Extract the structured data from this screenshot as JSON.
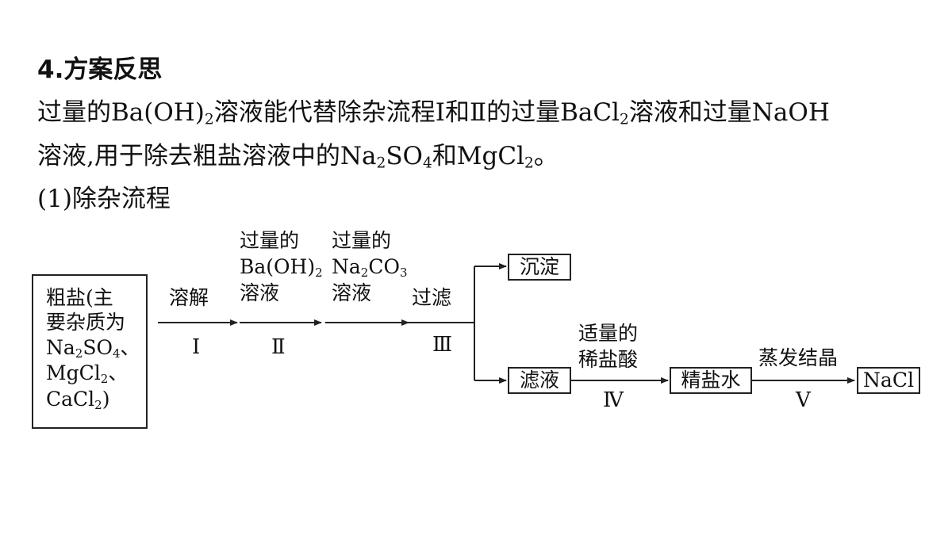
{
  "heading": "4.方案反思",
  "para": {
    "l1_a": "过量的Ba(OH)",
    "l1_sub": "2",
    "l1_b": "溶液能代替除杂流程Ⅰ和Ⅱ的过量BaCl",
    "l1_sub2": "2",
    "l1_c": "溶液和过量NaOH",
    "l2_a": "溶液,用于除去粗盐溶液中的Na",
    "l2_sub1": "2",
    "l2_b": "SO",
    "l2_sub2": "4",
    "l2_c": "和MgCl",
    "l2_sub3": "2",
    "l2_d": "。"
  },
  "subheading": "(1)除杂流程",
  "diagram": {
    "start_box": {
      "line1": "粗盐(主",
      "line2": "要杂质为",
      "line3_a": "Na",
      "line3_sub1": "2",
      "line3_b": "SO",
      "line3_sub2": "4",
      "line3_c": "、",
      "line4_a": "MgCl",
      "line4_sub": "2",
      "line4_b": "、",
      "line5_a": "CaCl",
      "line5_sub": "2",
      "line5_b": ")"
    },
    "step1": {
      "label": "溶解",
      "roman": "Ⅰ"
    },
    "step2": {
      "label1": "过量的",
      "label2_a": "Ba(OH)",
      "label2_sub": "2",
      "label3": "溶液",
      "roman": "Ⅱ"
    },
    "step3": {
      "label1": "过量的",
      "label2_a": "Na",
      "label2_sub1": "2",
      "label2_b": "CO",
      "label2_sub2": "3",
      "label3": "溶液"
    },
    "step4": {
      "label": "过滤",
      "roman": "Ⅲ"
    },
    "precipitate": "沉淀",
    "filtrate": "滤液",
    "step5": {
      "label1": "适量的",
      "label2": "稀盐酸",
      "roman": "Ⅳ"
    },
    "brine": "精盐水",
    "step6": {
      "label": "蒸发结晶",
      "roman": "Ⅴ"
    },
    "product": "NaCl"
  },
  "colors": {
    "text": "#111111",
    "line": "#222222",
    "background": "#ffffff"
  }
}
